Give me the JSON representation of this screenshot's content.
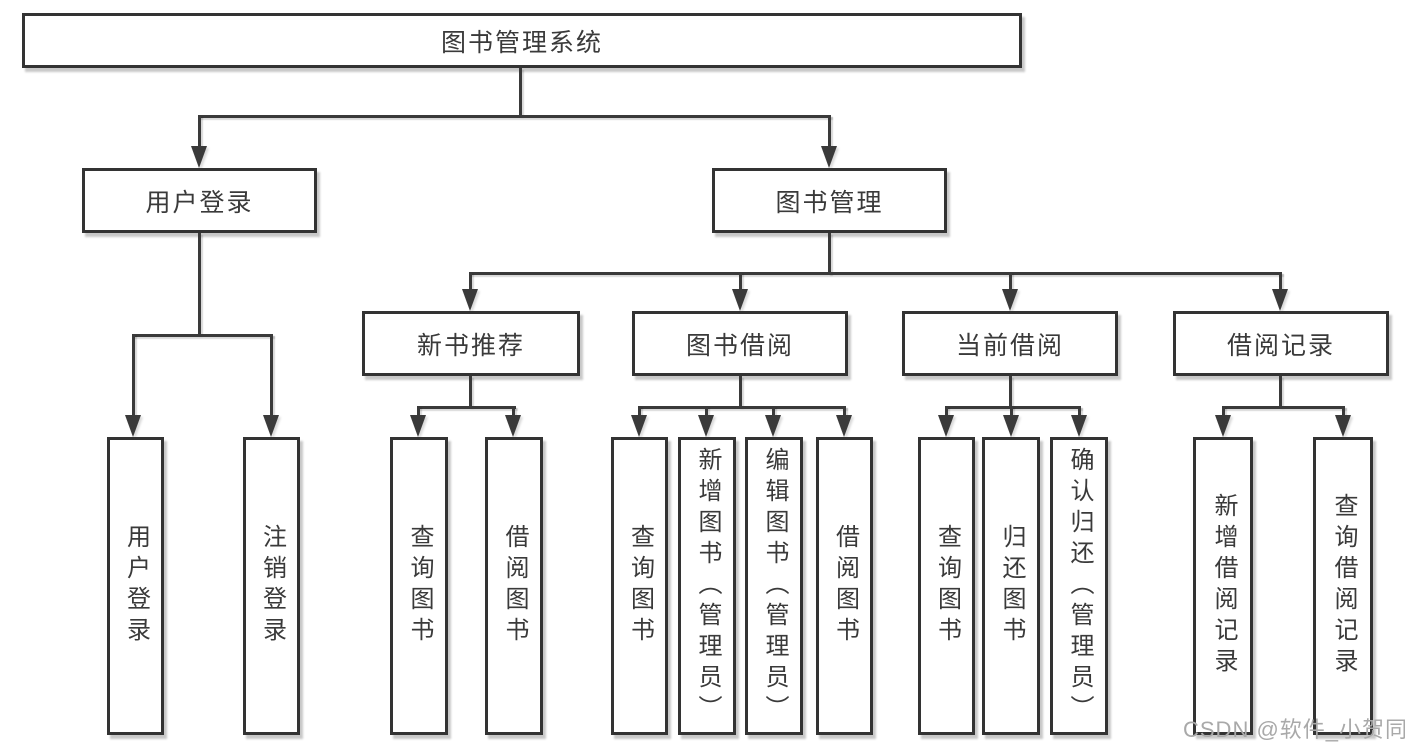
{
  "nodes": {
    "root": "图书管理系统",
    "level2": [
      "用户登录",
      "图书管理"
    ],
    "level3": [
      "新书推荐",
      "图书借阅",
      "当前借阅",
      "借阅记录"
    ],
    "leaves": [
      "用户登录",
      "注销登录",
      "查询图书",
      "借阅图书",
      "查询图书",
      "新增图书（管理员）",
      "编辑图书（管理员）",
      "借阅图书",
      "查询图书",
      "归还图书",
      "确认归还（管理员）",
      "新增借阅记录",
      "查询借阅记录"
    ]
  },
  "watermark": "CSDN @软件_小贺同学",
  "colors": {
    "line": "#3a3a3a",
    "box_border": "#333333",
    "text": "#3a3a3a",
    "watermark": "#a9a9a9",
    "background": "#ffffff"
  }
}
